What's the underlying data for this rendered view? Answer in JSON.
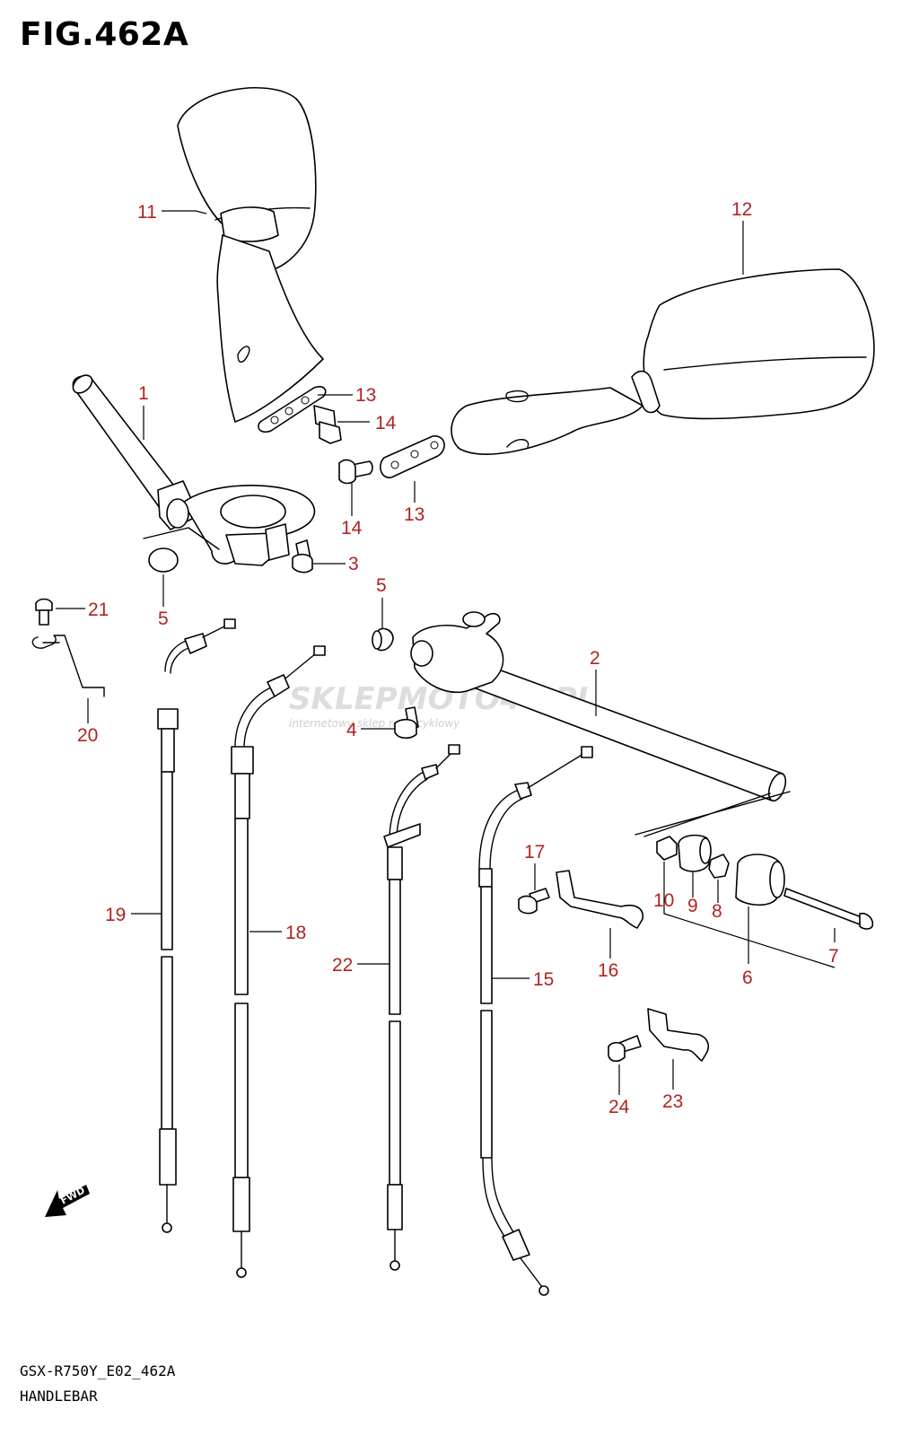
{
  "figure": {
    "title": "FIG.462A",
    "model_code": "GSX-R750Y_E02_462A",
    "section_name": "HANDLEBAR"
  },
  "watermark": {
    "main": "SKLEPMOTO46.PL",
    "sub": "internetowy sklep motocyklowy"
  },
  "fwd_label": "FWD",
  "colors": {
    "callout": "#b22222",
    "line": "#000000"
  },
  "callouts": [
    "11",
    "12",
    "1",
    "13",
    "14",
    "14",
    "13",
    "3",
    "5",
    "21",
    "20",
    "5",
    "2",
    "4",
    "19",
    "18",
    "22",
    "15",
    "17",
    "10",
    "9",
    "8",
    "7",
    "6",
    "16",
    "24",
    "23"
  ]
}
